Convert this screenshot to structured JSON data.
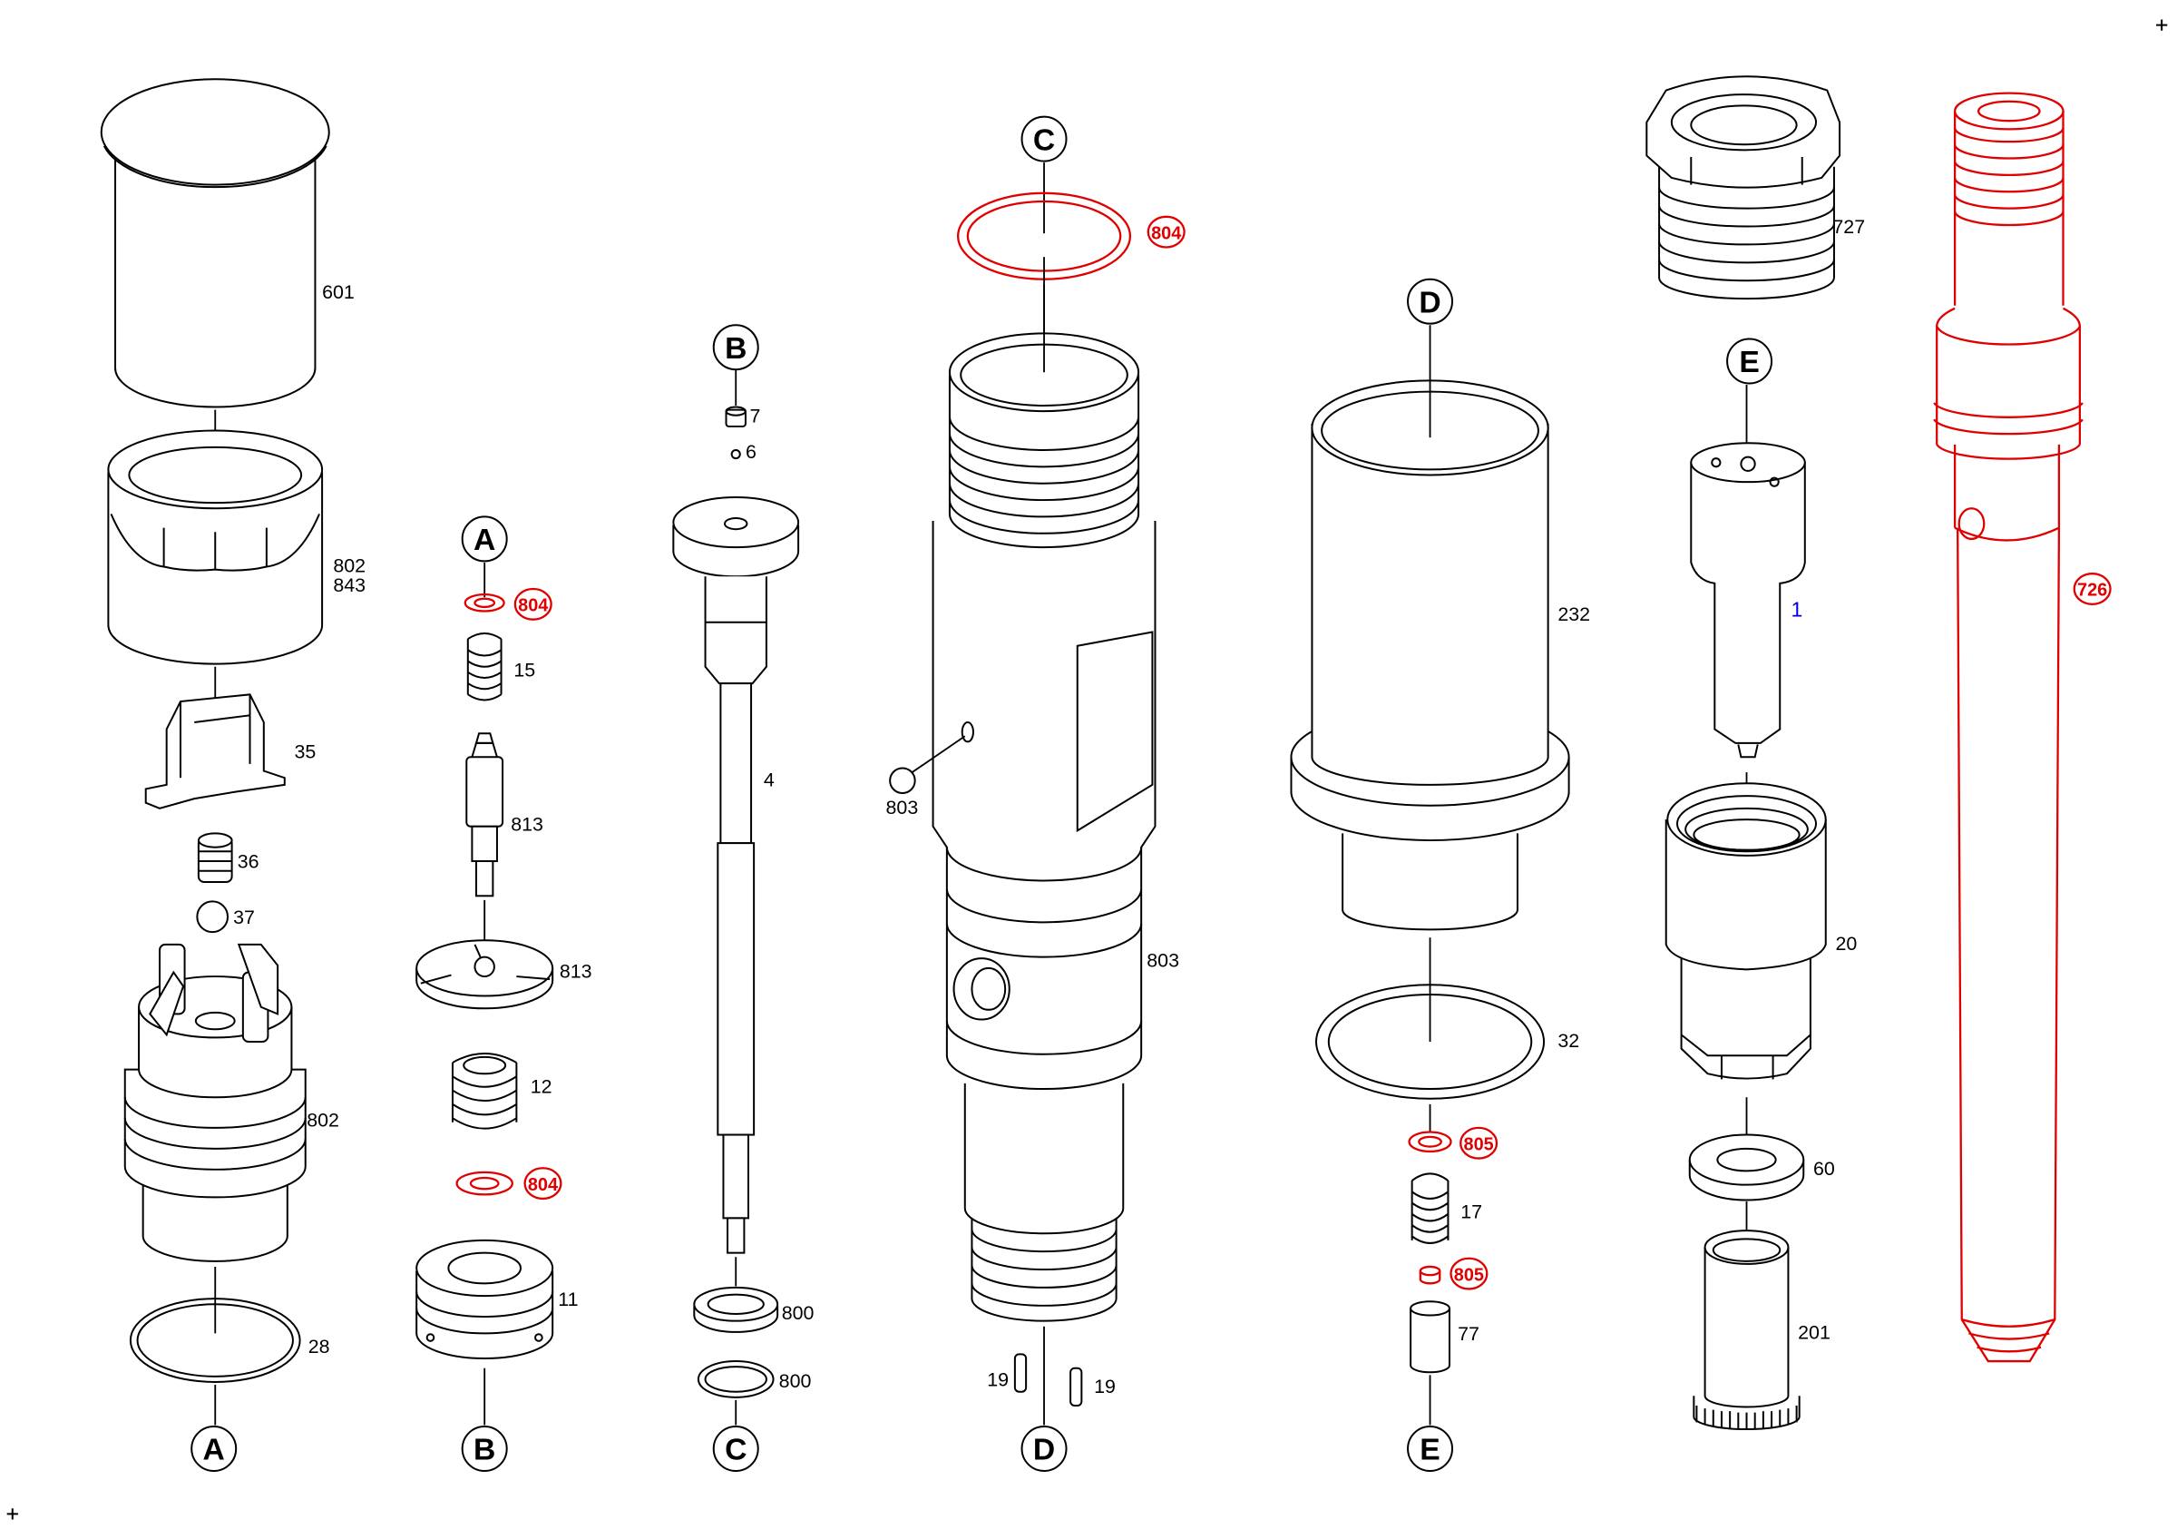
{
  "diagram": {
    "colors": {
      "line": "#000000",
      "highlight": "#e00000",
      "accent": "#0000dd"
    },
    "ref_letters": {
      "A_top": "A",
      "A_bottom": "A",
      "B_top": "B",
      "B_bottom": "B",
      "C_top": "C",
      "C_bottom": "C",
      "D_top": "D",
      "D_bottom": "D",
      "E_top": "E",
      "E_bottom": "E"
    },
    "part_labels": {
      "p601": "601",
      "p802a": "802",
      "p843": "843",
      "p35": "35",
      "p36": "36",
      "p37": "37",
      "p802b": "802",
      "p28": "28",
      "p15": "15",
      "p813a": "813",
      "p813b": "813",
      "p12": "12",
      "p11": "11",
      "p7": "7",
      "p6": "6",
      "p4": "4",
      "p800a": "800",
      "p800b": "800",
      "p803ball": "803",
      "p803": "803",
      "p19a": "19",
      "p19b": "19",
      "p232": "232",
      "p32": "32",
      "p17": "17",
      "p77": "77",
      "p727": "727",
      "p1": "1",
      "p20": "20",
      "p60": "60",
      "p201": "201"
    },
    "highlight_labels": {
      "h804a": "804",
      "h804b": "804",
      "h804c": "804",
      "h805a": "805",
      "h805b": "805",
      "h726": "726"
    }
  }
}
